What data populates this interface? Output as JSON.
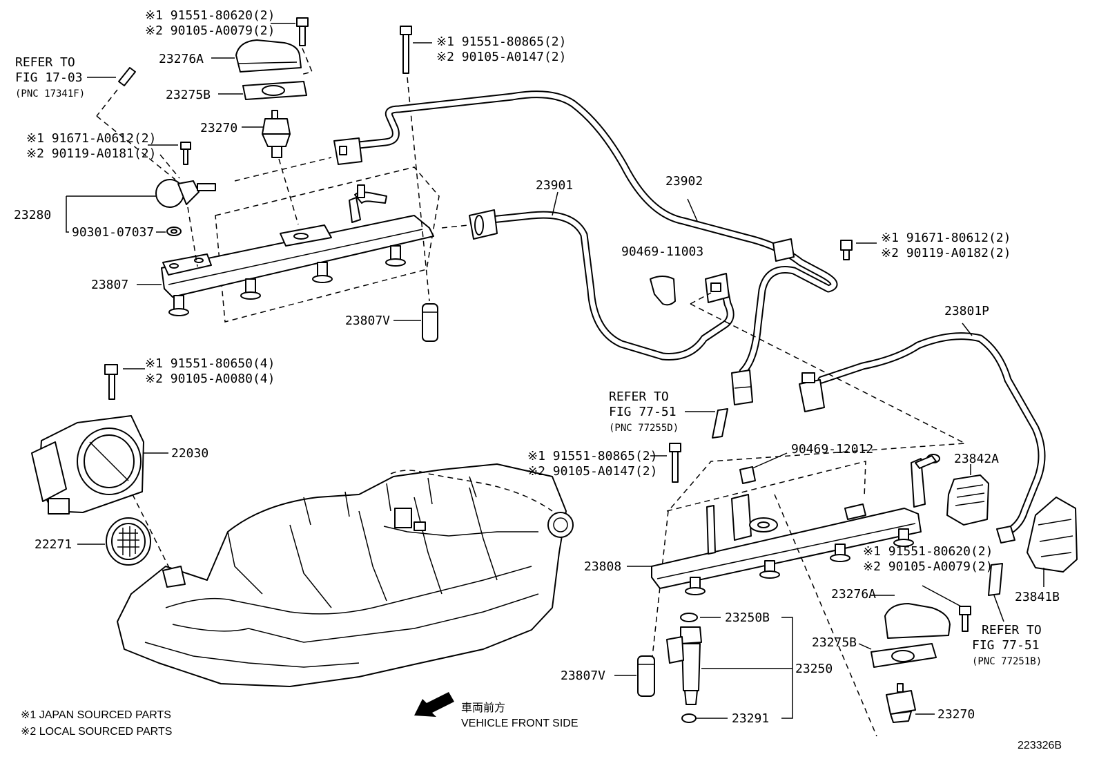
{
  "diagram": {
    "figure_code": "223326B",
    "notes": {
      "note1": "※1 JAPAN SOURCED PARTS",
      "note2": "※2 LOCAL SOURCED PARTS"
    },
    "direction": {
      "jp": "車両前方",
      "en": "VEHICLE FRONT SIDE"
    },
    "refs": {
      "ref_a": {
        "line1": "REFER TO",
        "line2": "FIG 17-03",
        "line3": "(PNC 17341F)"
      },
      "ref_b": {
        "line1": "REFER TO",
        "line2": "FIG 77-51",
        "line3": "(PNC 77255D)"
      },
      "ref_c": {
        "line1": "REFER TO",
        "line2": "FIG 77-51",
        "line3": "(PNC 77251B)"
      }
    },
    "fastener_pairs": {
      "top_left_bolt": {
        "a": "※1 91551-80620(2)",
        "b": "※2 90105-A0079(2)"
      },
      "top_center_bolt": {
        "a": "※1 91551-80865(2)",
        "b": "※2 90105-A0147(2)"
      },
      "left_bolt": {
        "a": "※1 91671-A0612(2)",
        "b": "※2 90119-A0181(2)"
      },
      "right_bolt": {
        "a": "※1 91671-80612(2)",
        "b": "※2 90119-A0182(2)"
      },
      "throttle_bolt": {
        "a": "※1 91551-80650(4)",
        "b": "※2 90105-A0080(4)"
      },
      "rail2_bolt": {
        "a": "※1 91551-80865(2)",
        "b": "※2 90105-A0147(2)"
      },
      "damper2_bolt": {
        "a": "※1 91551-80620(2)",
        "b": "※2 90105-A0079(2)"
      }
    },
    "parts": {
      "p23276a_top": "23276A",
      "p23275b_top": "23275B",
      "p23270_top": "23270",
      "p23280": "23280",
      "p90301": "90301-07037",
      "p23807": "23807",
      "p23807v_top": "23807V",
      "p23901": "23901",
      "p23902": "23902",
      "p90469_11003": "90469-11003",
      "p23801p": "23801P",
      "p22030": "22030",
      "p22271": "22271",
      "p90469_12012": "90469-12012",
      "p23842a": "23842A",
      "p23808": "23808",
      "p23841b": "23841B",
      "p23276a_bot": "23276A",
      "p23275b_bot": "23275B",
      "p23250b": "23250B",
      "p23250": "23250",
      "p23807v_bot": "23807V",
      "p23291": "23291",
      "p23270_bot": "23270"
    }
  }
}
